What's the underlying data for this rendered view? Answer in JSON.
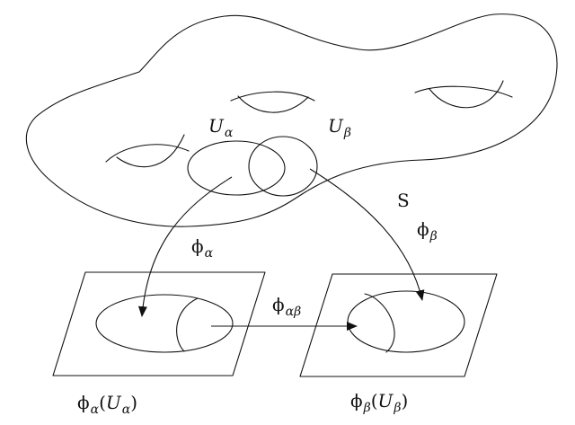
{
  "labels": {
    "surface": "S",
    "u_alpha": {
      "base": "U",
      "sub": "α"
    },
    "u_beta": {
      "base": "U",
      "sub": "β"
    },
    "phi_alpha": {
      "base": "ϕ",
      "sub": "α"
    },
    "phi_beta": {
      "base": "ϕ",
      "sub": "β"
    },
    "phi_alpha_beta": {
      "base": "ϕ",
      "sub": "αβ"
    },
    "image_alpha": {
      "base": "ϕ",
      "sub": "α",
      "open": "(",
      "inner": "U",
      "inner_sub": "α",
      "close": ")"
    },
    "image_beta": {
      "base": "ϕ",
      "sub": "β",
      "open": "(",
      "inner": "U",
      "inner_sub": "β",
      "close": ")"
    }
  }
}
